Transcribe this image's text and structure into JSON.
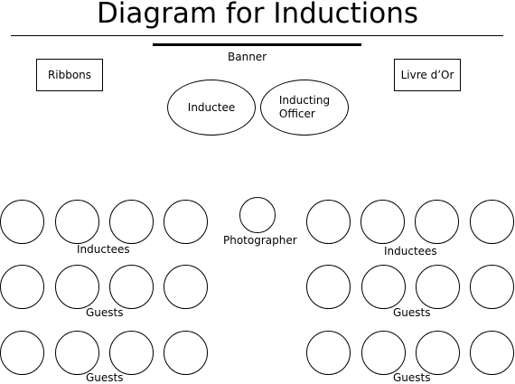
{
  "title": "Diagram for Inductions",
  "banner": "Banner",
  "ribbons": "Ribbons",
  "livre_dor": "Livre d’Or",
  "inductee": "Inductee",
  "inducting_officer_line1": "Inducting",
  "inducting_officer_line2": "Officer",
  "photographer": "Photographer",
  "left_group": {
    "inductees_label": "Inductees",
    "guests_label_1": "Guests",
    "guests_label_2": "Guests"
  },
  "right_group": {
    "inductees_label": "Inductees",
    "guests_label_1": "Guests",
    "guests_label_2": "Guests"
  },
  "colors": {
    "line": "#000000",
    "background": "#ffffff"
  }
}
